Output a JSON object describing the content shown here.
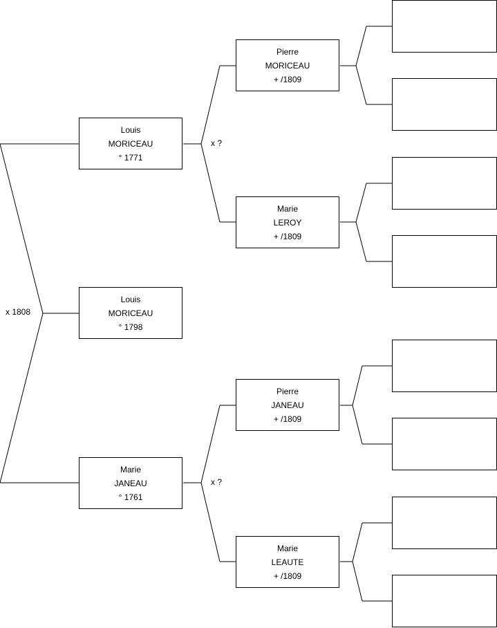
{
  "root": {
    "first": "Louis",
    "last": "MORICEAU",
    "date": "° 1798"
  },
  "marriage_root": "x 1808",
  "father": {
    "first": "Louis",
    "last": "MORICEAU",
    "date": "° 1771"
  },
  "mother": {
    "first": "Marie",
    "last": "JANEAU",
    "date": "° 1761"
  },
  "marriage_father": "x ?",
  "marriage_mother": "x ?",
  "paternal_grandfather": {
    "first": "Pierre",
    "last": "MORICEAU",
    "date": "+ /1809"
  },
  "paternal_grandmother": {
    "first": "Marie",
    "last": "LEROY",
    "date": "+ /1809"
  },
  "maternal_grandfather": {
    "first": "Pierre",
    "last": "JANEAU",
    "date": "+ /1809"
  },
  "maternal_grandmother": {
    "first": "Marie",
    "last": "LEAUTE",
    "date": "+ /1809"
  }
}
